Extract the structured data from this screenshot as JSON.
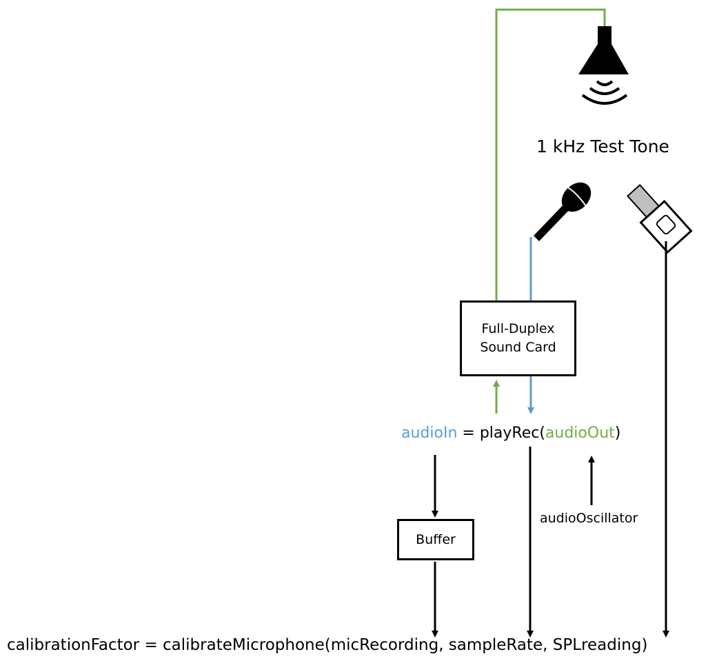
{
  "speaker": {
    "icon": "speaker-icon",
    "label": "1 kHz Test Tone"
  },
  "microphone": {
    "icon": "microphone-icon"
  },
  "spl_meter": {
    "icon": "spl-meter-icon"
  },
  "sound_card": {
    "line1": "Full-Duplex",
    "line2": "Sound Card"
  },
  "buffer": {
    "label": "Buffer"
  },
  "playrec_expression": {
    "output_var": "audioIn",
    "equals": " = ",
    "function": "playRec(",
    "input_var": "audioOut",
    "close": ")"
  },
  "oscillator": {
    "label": "audioOscillator"
  },
  "calibration_expression": {
    "text": "calibrationFactor = calibrateMicrophone(micRecording, sampleRate, SPLreading)"
  },
  "colors": {
    "output_path": "#70ad47",
    "input_path": "#5b9bd5",
    "data_path": "#000000"
  }
}
